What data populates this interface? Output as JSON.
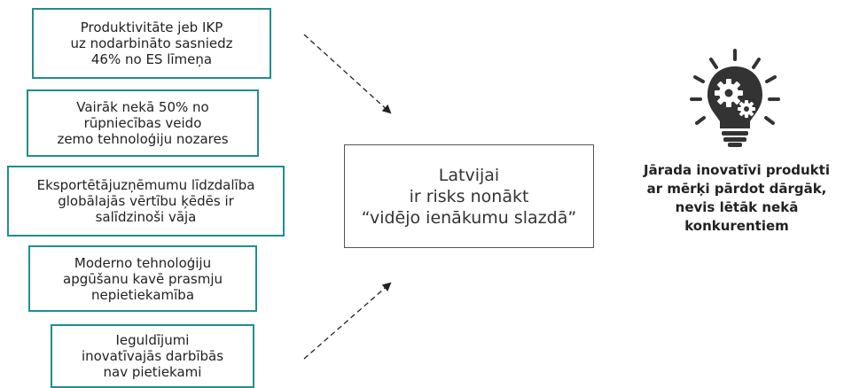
{
  "causes": [
    "Produktivitāte jeb IKP\nuz nodarbināto sasniedz\n46% no ES līmeņa",
    "Vairāk nekā 50% no\nrūpniecības veido\nzemo tehnoloģiju nozares",
    "Eksportētājuzņēmumu līdzdalība\nglobālajās vērtību ķēdēs ir\nsalīdzinoši vāja",
    "Moderno tehnoloģiju\napgūšanu kavē prasmju\nnepietiekamība",
    "Ieguldījumi\ninovatīvajās darbībās\nnav pietiekami"
  ],
  "center": "Latvijai\nir risks nonākt\n“vidējo ienākumu slazdā”",
  "conclusion": "Jārada inovatīvi produkti\nar mērķi pārdot dārgāk,\nnevis lētāk nekā\nkonkurentiem",
  "icon": "lightbulb-gears-icon",
  "colors": {
    "box_border": "#1f8f8f",
    "center_border": "#555555",
    "icon": "#333333",
    "text": "#222222"
  }
}
